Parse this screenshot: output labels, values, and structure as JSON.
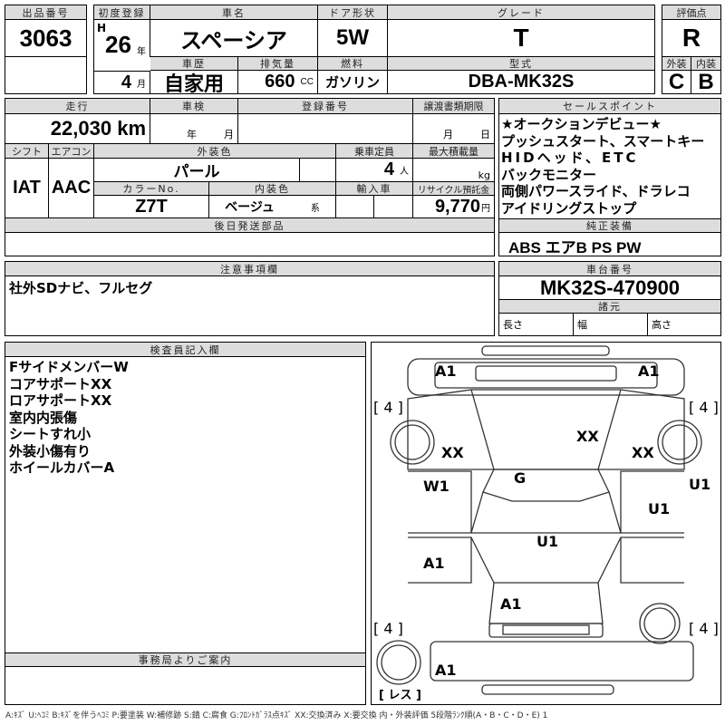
{
  "header": {
    "lot_label": "出品番号",
    "lot": "3063",
    "first_reg_label": "初度登録",
    "era": "H",
    "year": "26",
    "year_unit": "年",
    "month": "4",
    "month_unit": "月",
    "name_label": "車名",
    "name": "スペーシア",
    "door_label": "ドア形状",
    "door": "5W",
    "grade_label": "グレード",
    "grade": "T",
    "score_label": "評価点",
    "score": "R",
    "history_label": "車歴",
    "history": "自家用",
    "disp_label": "排気量",
    "disp": "660",
    "disp_unit": "CC",
    "fuel_label": "燃料",
    "fuel": "ガソリン",
    "model_label": "型式",
    "model": "DBA-MK32S",
    "ext_label": "外装",
    "int_label": "内装",
    "ext": "C",
    "int": "B"
  },
  "details": {
    "mileage_label": "走行",
    "mileage": "22,030",
    "mileage_unit": "km",
    "inspection_label": "車検",
    "insp_year": "年",
    "insp_month": "月",
    "reg_label": "登録番号",
    "transfer_label": "譲渡書類期限",
    "tr_month": "月",
    "tr_day": "日",
    "shift_label": "シフト",
    "shift": "IAT",
    "ac_label": "エアコン",
    "ac": "AAC",
    "color_label": "外装色",
    "color": "パール",
    "capacity_label": "乗車定員",
    "capacity": "4",
    "capacity_unit": "人",
    "load_label": "最大積載量",
    "load_unit": "kg",
    "color_no_label": "カラーNo.",
    "color_no": "Z7T",
    "interior_label": "内装色",
    "interior": "ベージュ",
    "interior_unit": "系",
    "import_label": "輸入車",
    "recycle_label": "リサイクル預託金",
    "recycle": "9,770",
    "recycle_unit": "円",
    "later_parts_label": "後日発送部品"
  },
  "sales": {
    "label": "セールスポイント",
    "points": [
      "★オークションデビュー★",
      "プッシュスタート、スマートキー",
      "HIDヘッド、ETC",
      "バックモニター",
      "両側パワースライド、ドラレコ",
      "アイドリングストップ"
    ],
    "equip_label": "純正装備",
    "equip": "ABS エアB PS PW"
  },
  "notes": {
    "label": "注意事項欄",
    "text": "社外SDナビ、フルセグ"
  },
  "chassis": {
    "label": "車台番号",
    "value": "MK32S-470900",
    "spec_label": "諸元",
    "length": "長さ",
    "width": "幅",
    "height": "高さ"
  },
  "inspector": {
    "label": "検査員記入欄",
    "lines": [
      "FサイドメンバーW",
      "コアサポートXX",
      "ロアサポートXX",
      "室内内張傷",
      "シートすれ小",
      "外装小傷有り",
      "ホイールカバーA"
    ]
  },
  "office": {
    "label": "事務局よりご案内"
  },
  "diagram": {
    "marks": [
      "A1",
      "A1",
      "[ 4 ]",
      "[ 4 ]",
      "XX",
      "XX",
      "XX",
      "G",
      "W1",
      "U1",
      "U1",
      "U1",
      "A1",
      "A1",
      "[ 4 ]",
      "[ 4 ]",
      "A1",
      "[ レス ]"
    ]
  },
  "legend": "A:ｷｽﾞ U:ﾍｺﾐ B:ｷｽﾞを伴うﾍｺﾐ P:要塗装 W:補修跡 S:錆 C:腐食 G:ﾌﾛﾝﾄｶﾞﾗｽ点ｷｽﾞ XX:交換済み X:要交換 内・外装評価 5段階ﾗﾝｸ順(A・B・C・D・E) 1"
}
